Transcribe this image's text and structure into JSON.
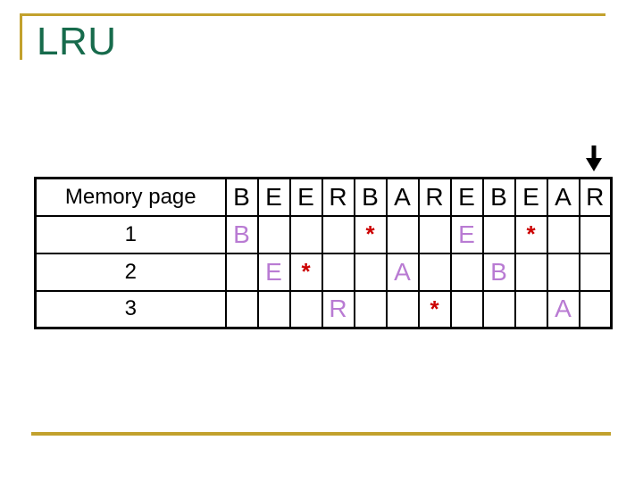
{
  "slide": {
    "title": "LRU",
    "colors": {
      "title_green": "#176b4c",
      "accent_gold": "#c2a12d",
      "letter_purple": "#b97bd3",
      "star_red": "#cc0000",
      "highlight_yellow": "#ffff99"
    }
  },
  "icons": {
    "down_arrow": "▼"
  },
  "arrow": {
    "points_to_request_column": 12
  },
  "table": {
    "header": {
      "label": "Memory page",
      "requests": [
        "B",
        "E",
        "E",
        "R",
        "B",
        "A",
        "R",
        "E",
        "B",
        "E",
        "A",
        "R"
      ]
    },
    "rows": [
      {
        "label": "1",
        "cells": [
          {
            "text": "B",
            "kind": "letter",
            "hl": false
          },
          {
            "text": "",
            "kind": "letter",
            "hl": false
          },
          {
            "text": "",
            "kind": "letter",
            "hl": false
          },
          {
            "text": "",
            "kind": "letter",
            "hl": false
          },
          {
            "text": "*",
            "kind": "star",
            "hl": false
          },
          {
            "text": "",
            "kind": "letter",
            "hl": false
          },
          {
            "text": "",
            "kind": "letter",
            "hl": false
          },
          {
            "text": "E",
            "kind": "letter",
            "hl": false
          },
          {
            "text": "",
            "kind": "letter",
            "hl": false
          },
          {
            "text": "*",
            "kind": "star",
            "hl": true
          },
          {
            "text": "",
            "kind": "letter",
            "hl": true
          },
          {
            "text": "",
            "kind": "letter",
            "hl": false
          }
        ]
      },
      {
        "label": "2",
        "cells": [
          {
            "text": "",
            "kind": "letter",
            "hl": false
          },
          {
            "text": "E",
            "kind": "letter",
            "hl": false
          },
          {
            "text": "*",
            "kind": "star",
            "hl": false
          },
          {
            "text": "",
            "kind": "letter",
            "hl": false
          },
          {
            "text": "",
            "kind": "letter",
            "hl": false
          },
          {
            "text": "A",
            "kind": "letter",
            "hl": false
          },
          {
            "text": "",
            "kind": "letter",
            "hl": false
          },
          {
            "text": "",
            "kind": "letter",
            "hl": false
          },
          {
            "text": "B",
            "kind": "letter",
            "hl": true
          },
          {
            "text": "",
            "kind": "letter",
            "hl": true
          },
          {
            "text": "",
            "kind": "letter",
            "hl": true
          },
          {
            "text": "",
            "kind": "letter",
            "hl": false
          }
        ]
      },
      {
        "label": "3",
        "cells": [
          {
            "text": "",
            "kind": "letter",
            "hl": false
          },
          {
            "text": "",
            "kind": "letter",
            "hl": false
          },
          {
            "text": "",
            "kind": "letter",
            "hl": false
          },
          {
            "text": "R",
            "kind": "letter",
            "hl": false
          },
          {
            "text": "",
            "kind": "letter",
            "hl": false
          },
          {
            "text": "",
            "kind": "letter",
            "hl": false
          },
          {
            "text": "*",
            "kind": "star",
            "hl": false
          },
          {
            "text": "",
            "kind": "letter",
            "hl": false
          },
          {
            "text": "",
            "kind": "letter",
            "hl": false
          },
          {
            "text": "",
            "kind": "letter",
            "hl": false
          },
          {
            "text": "A",
            "kind": "letter",
            "hl": true
          },
          {
            "text": "",
            "kind": "letter",
            "hl": false
          }
        ]
      }
    ]
  }
}
